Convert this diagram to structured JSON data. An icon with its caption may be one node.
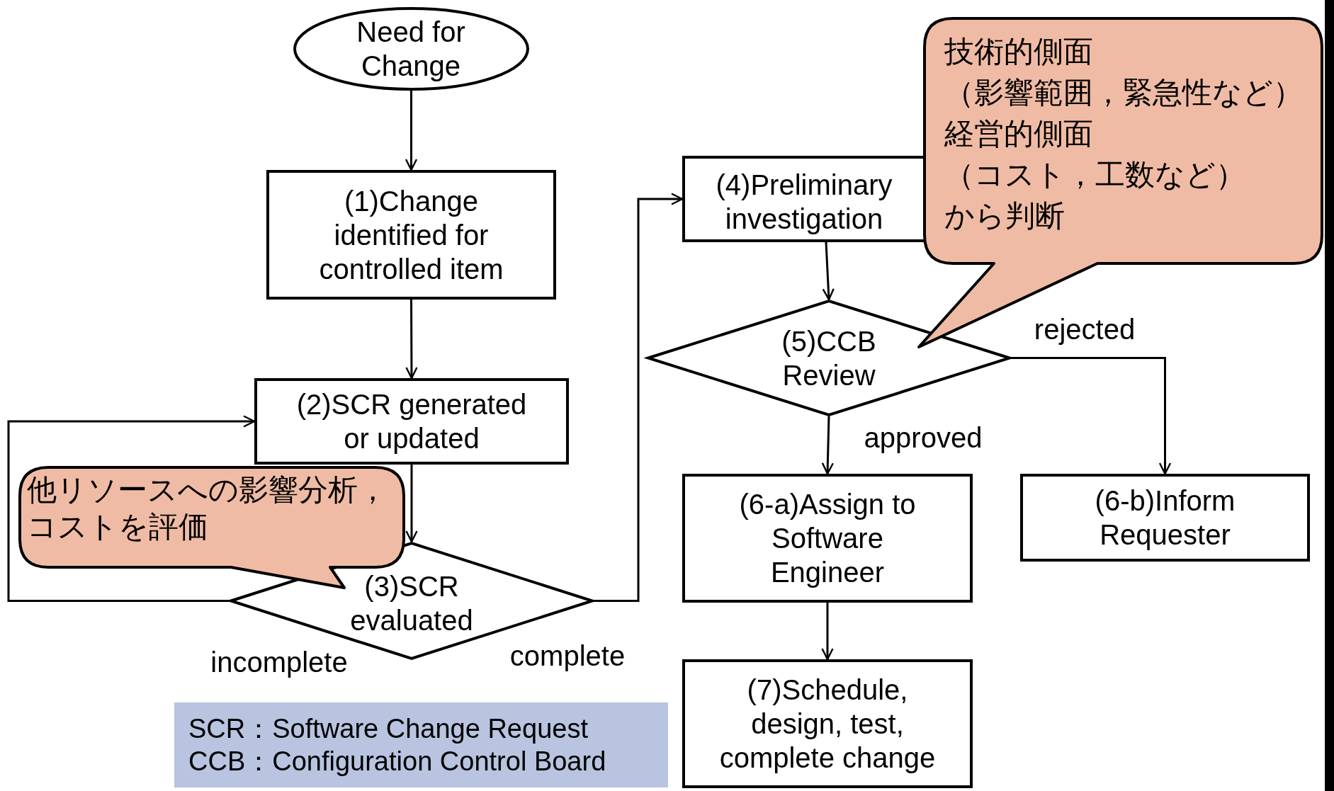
{
  "diagram": {
    "nodes": [
      {
        "text": [
          "Need for Change"
        ]
      },
      {
        "text": [
          "(1)Change identified for controlled item"
        ]
      },
      {
        "text": [
          "(2)SCR generated or updated"
        ]
      },
      {
        "text": [
          "(3)SCR evaluated"
        ]
      },
      {
        "text": [
          "(4)Preliminary investigation"
        ]
      },
      {
        "text": [
          "(5)CCB Review"
        ]
      },
      {
        "text": [
          "(6-a)Assign to Software Engineer"
        ]
      },
      {
        "text": [
          "(6-b)Inform Requester"
        ]
      },
      {
        "text": [
          "(7)Schedule, design, test, complete change"
        ]
      },
      {
        "text": [
          "他リソースへの影響分析，コストを評価"
        ]
      },
      {
        "text": [
          "技術的側面",
          "（影響範囲，緊急性など）",
          "経営的側面",
          "（コスト，工数など）",
          "から判断"
        ]
      },
      {
        "text": [
          "SCR：Software Change Request",
          "CCB：Configuration Control Board"
        ]
      }
    ],
    "edges": [
      {
        "from": 0,
        "to": 1,
        "arrow": "to"
      },
      {
        "from": 1,
        "to": 2,
        "arrow": "to"
      },
      {
        "from": 2,
        "to": 3,
        "arrow": "to"
      },
      {
        "from": 3,
        "to": 2,
        "arrow": "to",
        "label": "incomplete"
      },
      {
        "from": 3,
        "to": 4,
        "arrow": "to",
        "label": "complete"
      },
      {
        "from": 4,
        "to": 5,
        "arrow": "to"
      },
      {
        "from": 5,
        "to": 6,
        "arrow": "to",
        "label": "approved"
      },
      {
        "from": 5,
        "to": 7,
        "arrow": "to",
        "label": "rejected"
      },
      {
        "from": 6,
        "to": 8,
        "arrow": "to"
      }
    ]
  }
}
